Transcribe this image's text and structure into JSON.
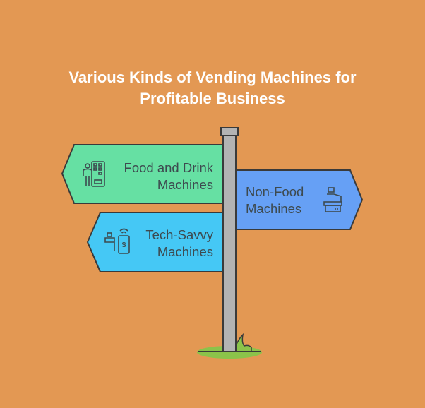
{
  "title_line1": "Various Kinds of Vending Machines for",
  "title_line2": "Profitable Business",
  "signs": [
    {
      "label_line1": "Food and Drink",
      "label_line2": "Machines",
      "icon": "vending-machine-person-icon",
      "color": "#66E0A3"
    },
    {
      "label_line1": "Non-Food",
      "label_line2": "Machines",
      "icon": "dispenser-machine-icon",
      "color": "#66A0F5"
    },
    {
      "label_line1": "Tech-Savvy",
      "label_line2": "Machines",
      "icon": "cashless-payment-icon",
      "color": "#45C8F5"
    }
  ],
  "colors": {
    "background": "#E39853",
    "post": "#B3B3B3",
    "grass": "#8BC34A",
    "outline": "#3a3a3a"
  }
}
